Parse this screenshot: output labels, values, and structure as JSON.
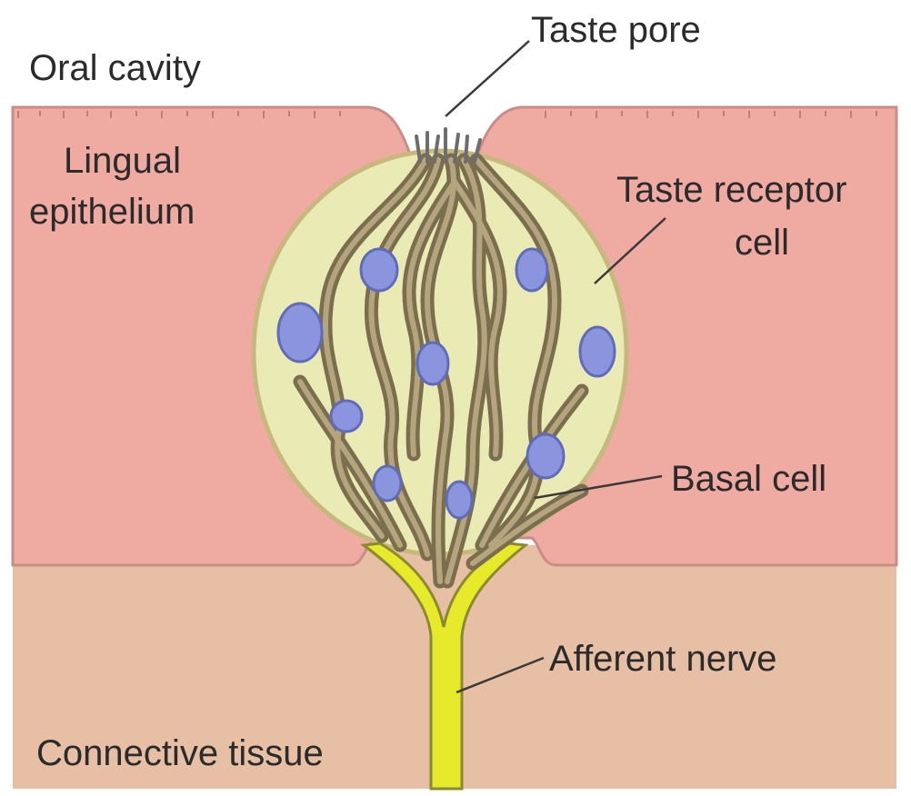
{
  "colors": {
    "background": "#ffffff",
    "epithelium": "#efaaa2",
    "connective_tissue": "#e7bfa4",
    "taste_bud": "#eaeab4",
    "cell_outline": "#7a6e4e",
    "nucleus": "#8a95dd",
    "nerve": "#e6ea2a"
  },
  "labels": {
    "oral_cavity": "Oral cavity",
    "taste_pore": "Taste pore",
    "lingual_epithelium_line1": "Lingual",
    "lingual_epithelium_line2": "epithelium",
    "taste_receptor_cell_line1": "Taste receptor",
    "taste_receptor_cell_line2": "cell",
    "basal_cell": "Basal cell",
    "afferent_nerve": "Afferent nerve",
    "connective_tissue": "Connective tissue"
  }
}
